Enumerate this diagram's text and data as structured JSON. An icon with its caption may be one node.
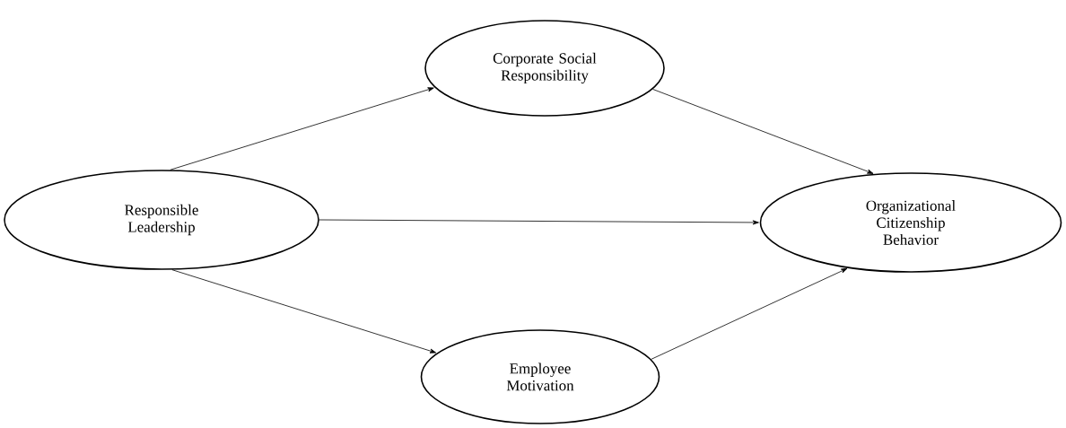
{
  "diagram": {
    "nodes": [
      {
        "text": [
          "Corporate Social Responsibility"
        ]
      },
      {
        "text": [
          "Responsible Leadership"
        ]
      },
      {
        "text": [
          "Organizational Citizenship Behavior"
        ]
      },
      {
        "text": [
          "Employee Motivation"
        ]
      }
    ],
    "edges": [
      {
        "from": 1,
        "to": 0,
        "arrow": "to"
      },
      {
        "from": 1,
        "to": 2,
        "arrow": "to"
      },
      {
        "from": 1,
        "to": 3,
        "arrow": "to"
      },
      {
        "from": 0,
        "to": 2,
        "arrow": "to"
      },
      {
        "from": 3,
        "to": 2,
        "arrow": "to"
      }
    ]
  }
}
